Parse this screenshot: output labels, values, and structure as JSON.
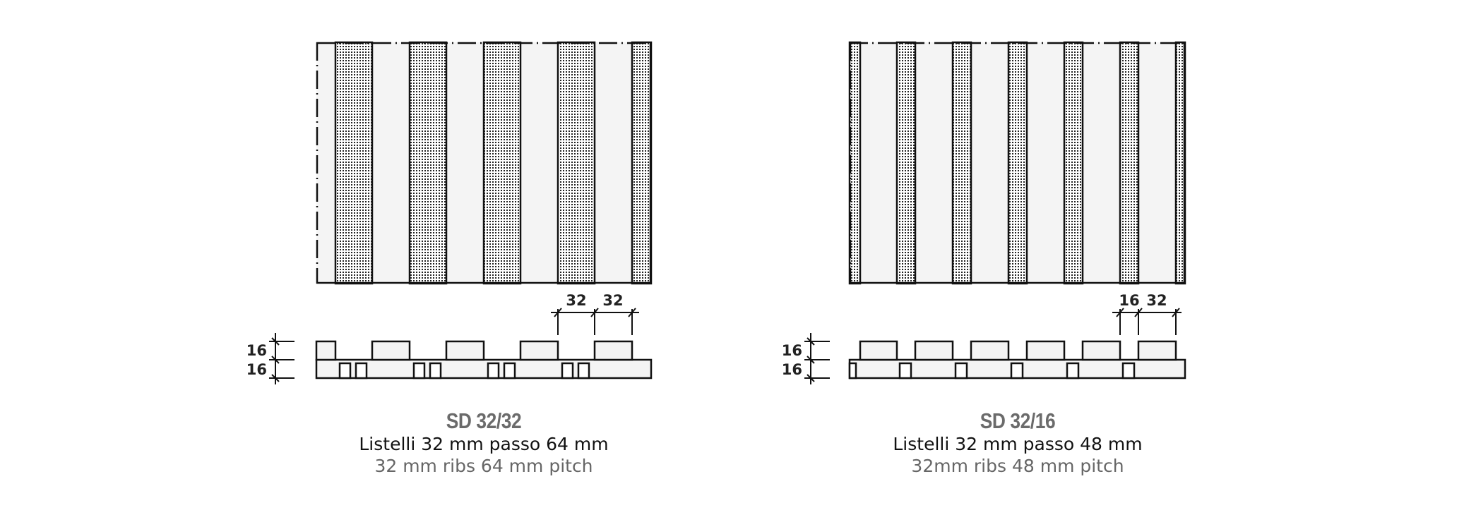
{
  "colors": {
    "stroke": "#111111",
    "light_fill": "#f4f4f4",
    "dot": "#222222",
    "code_text": "#6b6b6b",
    "en_text": "#666666"
  },
  "panels": [
    {
      "id": "sd-32-32",
      "code": "SD 32/32",
      "label_it": "Listelli 32 mm passo 64 mm",
      "label_en": "32 mm ribs 64 mm pitch",
      "dim_top": [
        "32",
        "32"
      ],
      "dim_side": [
        "16",
        "16"
      ]
    },
    {
      "id": "sd-32-16",
      "code": "SD 32/16",
      "label_it": "Listelli 32 mm passo 48 mm",
      "label_en": "32mm ribs 48 mm pitch",
      "dim_top": [
        "16",
        "32"
      ],
      "dim_side": [
        "16",
        "16"
      ]
    }
  ]
}
